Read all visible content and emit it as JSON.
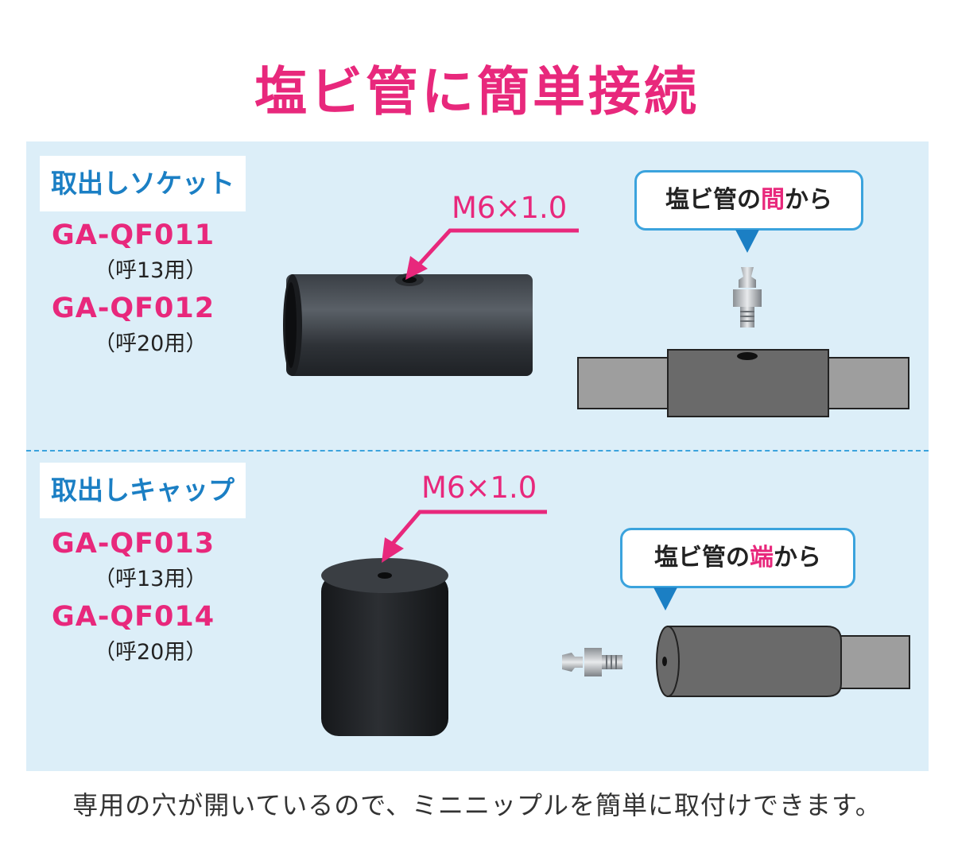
{
  "title": "塩ビ管に簡単接続",
  "socket": {
    "label": "取出しソケット",
    "codes": [
      {
        "code": "GA-QF011",
        "sub": "（呼13用）"
      },
      {
        "code": "GA-QF012",
        "sub": "（呼20用）"
      }
    ],
    "dimension": "M6×1.0",
    "bubble_pre": "塩ビ管の",
    "bubble_hl": "間",
    "bubble_post": "から"
  },
  "cap": {
    "label": "取出しキャップ",
    "codes": [
      {
        "code": "GA-QF013",
        "sub": "（呼13用）"
      },
      {
        "code": "GA-QF014",
        "sub": "（呼20用）"
      }
    ],
    "dimension": "M6×1.0",
    "bubble_pre": "塩ビ管の",
    "bubble_hl": "端",
    "bubble_post": "から"
  },
  "footer": "専用の穴が開いているので、ミニニップルを簡単に取付けできます。",
  "colors": {
    "accent": "#e8287c",
    "blue": "#3ba3dd",
    "panel": "#dceef8"
  }
}
